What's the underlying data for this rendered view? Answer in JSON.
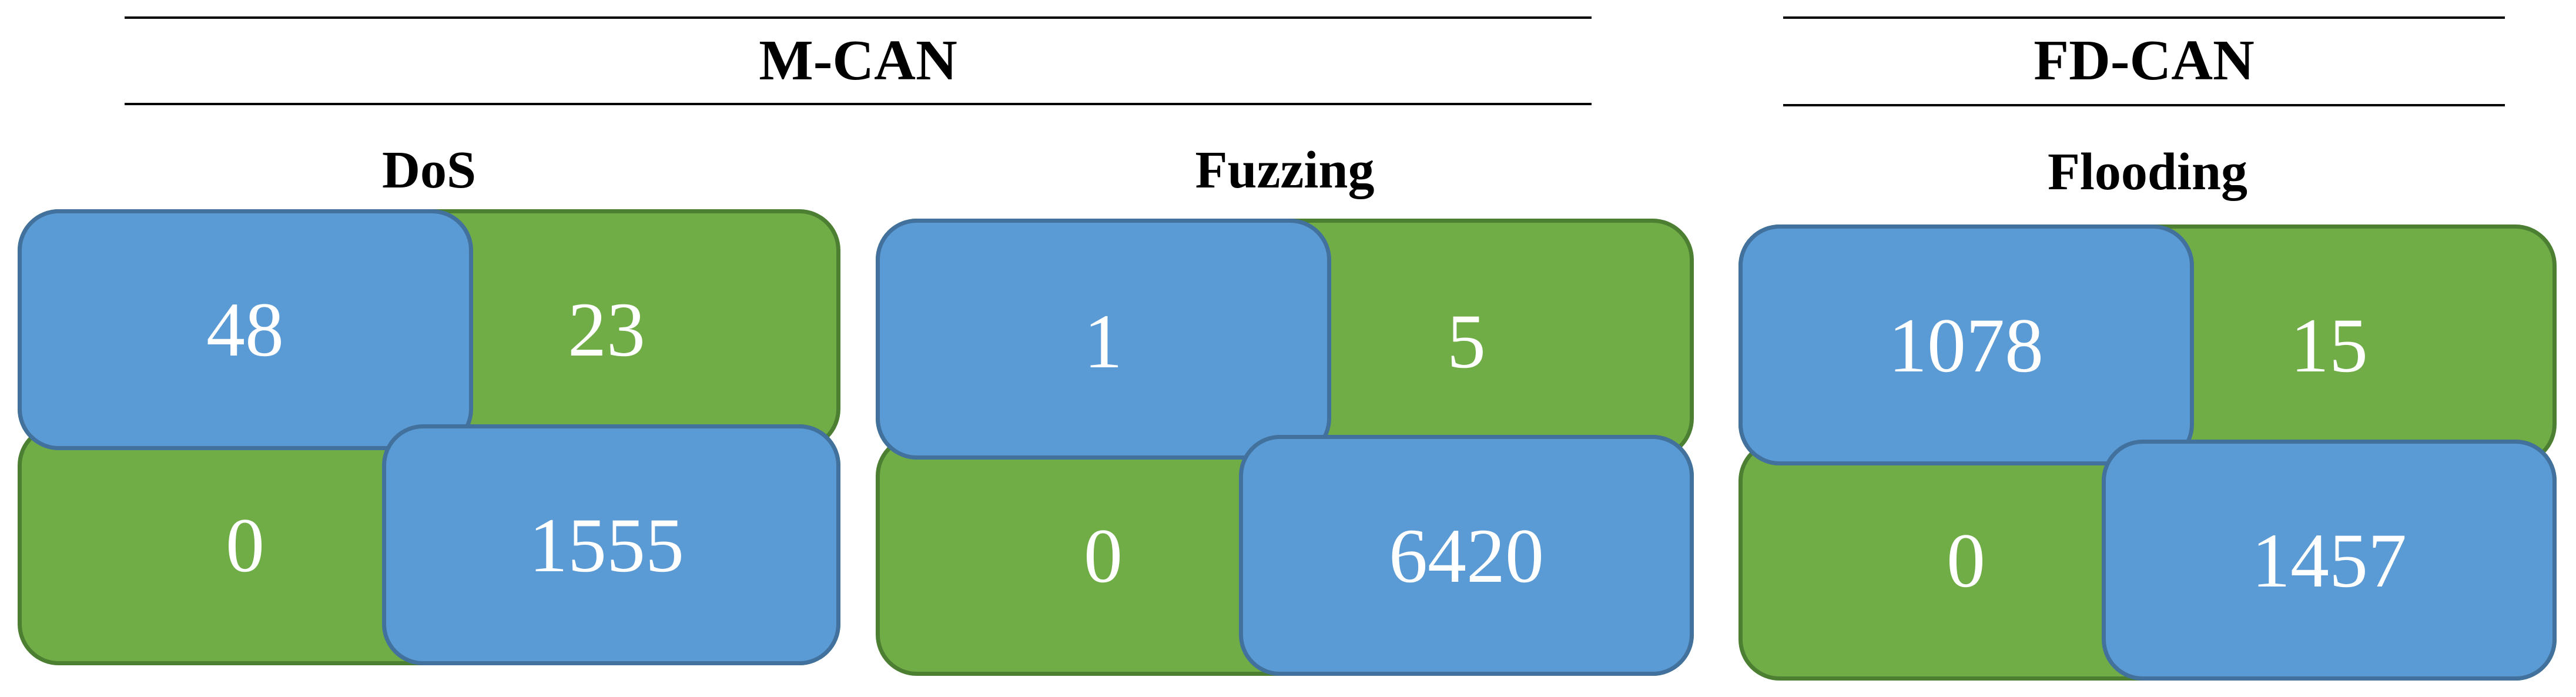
{
  "groups": [
    {
      "title": "M-CAN"
    },
    {
      "title": "FD-CAN"
    }
  ],
  "panels": [
    {
      "title": "DoS",
      "top_left": "48",
      "top_right": "23",
      "bottom_left": "0",
      "bottom_right": "1555"
    },
    {
      "title": "Fuzzing",
      "top_left": "1",
      "top_right": "5",
      "bottom_left": "0",
      "bottom_right": "6420"
    },
    {
      "title": "Flooding",
      "top_left": "1078",
      "top_right": "15",
      "bottom_left": "0",
      "bottom_right": "1457"
    }
  ],
  "colors": {
    "correct_cell": "#5b9bd5",
    "error_cell": "#70ad47"
  }
}
